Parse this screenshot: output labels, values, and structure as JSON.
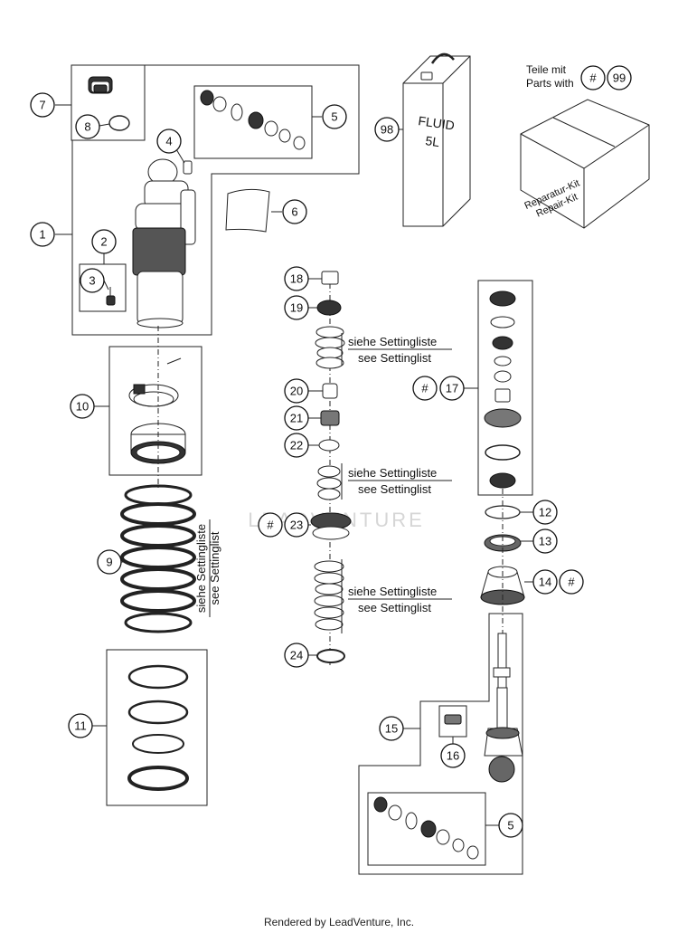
{
  "callouts": {
    "c1": "1",
    "c2": "2",
    "c3": "3",
    "c4": "4",
    "c5a": "5",
    "c5b": "5",
    "c6": "6",
    "c7": "7",
    "c8": "8",
    "c9": "9",
    "c10": "10",
    "c11": "11",
    "c12": "12",
    "c13": "13",
    "c14": "14",
    "c15": "15",
    "c16": "16",
    "c17": "17",
    "c18": "18",
    "c19": "19",
    "c20": "20",
    "c21": "21",
    "c22": "22",
    "c23": "23",
    "c24": "24",
    "c98": "98",
    "c99": "99",
    "hash17": "#",
    "hash23": "#",
    "hash14": "#",
    "hash99": "#"
  },
  "legend": {
    "line1": "Teile mit",
    "line2": "Parts with"
  },
  "setting": {
    "de": "siehe Settingliste",
    "en": "see Settinglist"
  },
  "can": {
    "line1": "FLUID",
    "line2": "5L"
  },
  "kit_box": {
    "line1": "Reparatur-Kit",
    "line2": "Repair-Kit"
  },
  "watermark": "LEADVENTURE",
  "footer": "Rendered by LeadVenture, Inc."
}
